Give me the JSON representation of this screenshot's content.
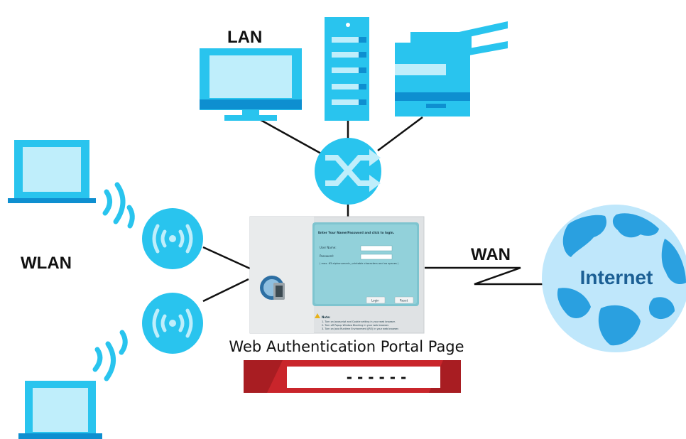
{
  "labels": {
    "lan": "LAN",
    "wlan": "WLAN",
    "wan": "WAN",
    "internet": "Internet",
    "portal_caption": "Web Authentication Portal Page"
  },
  "portal_screen": {
    "heading": "Enter Your Name/Password and click to login.",
    "username_label": "User Name:",
    "password_label": "Password:",
    "hint": "( max. 63 alphanumeric, printable characters and no spaces )",
    "login_button": "Login",
    "reset_button": "Reset",
    "note_title": "Note:",
    "note_lines": [
      "1. Turn on Javascript and Cookie setting in your web browser.",
      "2. Turn off Popup Window Blocking in your web browser.",
      "3. Turn on Java Runtime Environment (JRE) in your web browser."
    ]
  },
  "firewall": {
    "panel_text": "- - - - - -"
  },
  "colors": {
    "device_blue": "#29c4ee",
    "device_dark": "#0e8fd0",
    "globe": "#bfe7fb",
    "land": "#2aa0e0",
    "firewall_red": "#c9252b",
    "line": "#111111"
  },
  "icons": {
    "switch": "switch-arrows-icon",
    "access_point": "wireless-ap-icon",
    "laptop": "laptop-icon",
    "monitor": "desktop-monitor-icon",
    "server": "server-tower-icon",
    "printer": "printer-icon",
    "globe": "globe-icon"
  }
}
